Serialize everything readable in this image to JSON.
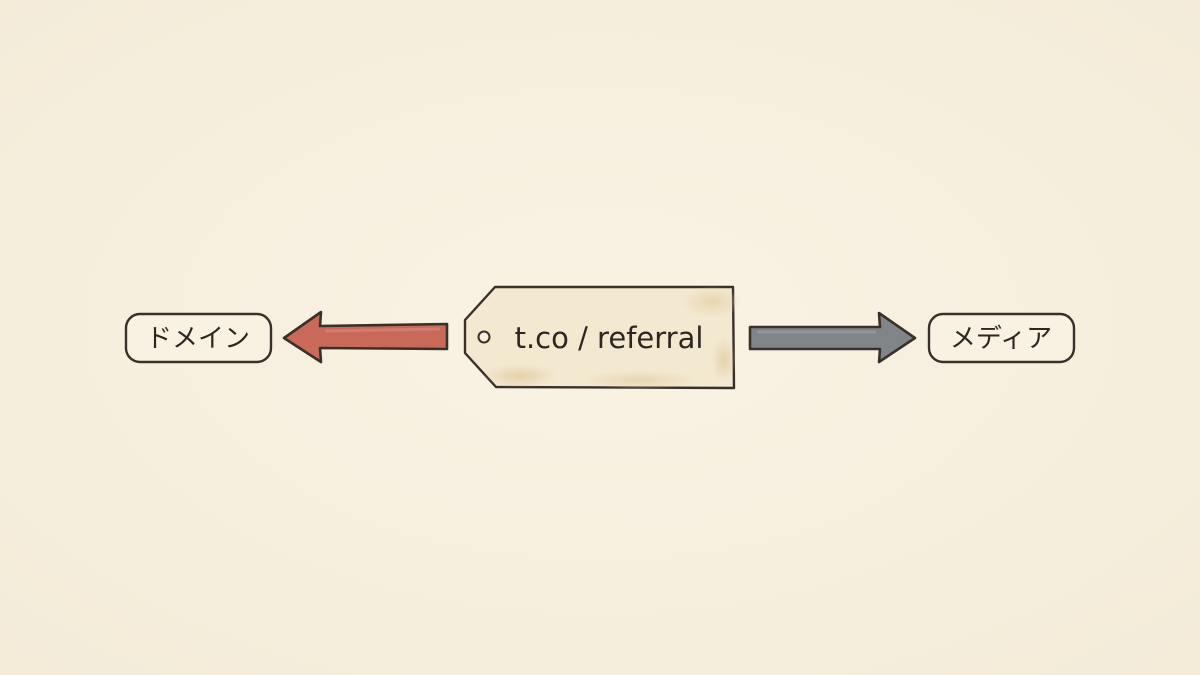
{
  "center_tag": {
    "text": "t.co / referral"
  },
  "left_node": {
    "label": "ドメイン"
  },
  "right_node": {
    "label": "メディア"
  },
  "colors": {
    "background": "#f7f0df",
    "outline": "#3a302a",
    "tag_fill": "#f3e8d0",
    "tag_stain": "#e9d7b4",
    "left_arrow": "#c8695a",
    "right_arrow": "#7f8589",
    "node_fill": "#f8f2e3"
  }
}
